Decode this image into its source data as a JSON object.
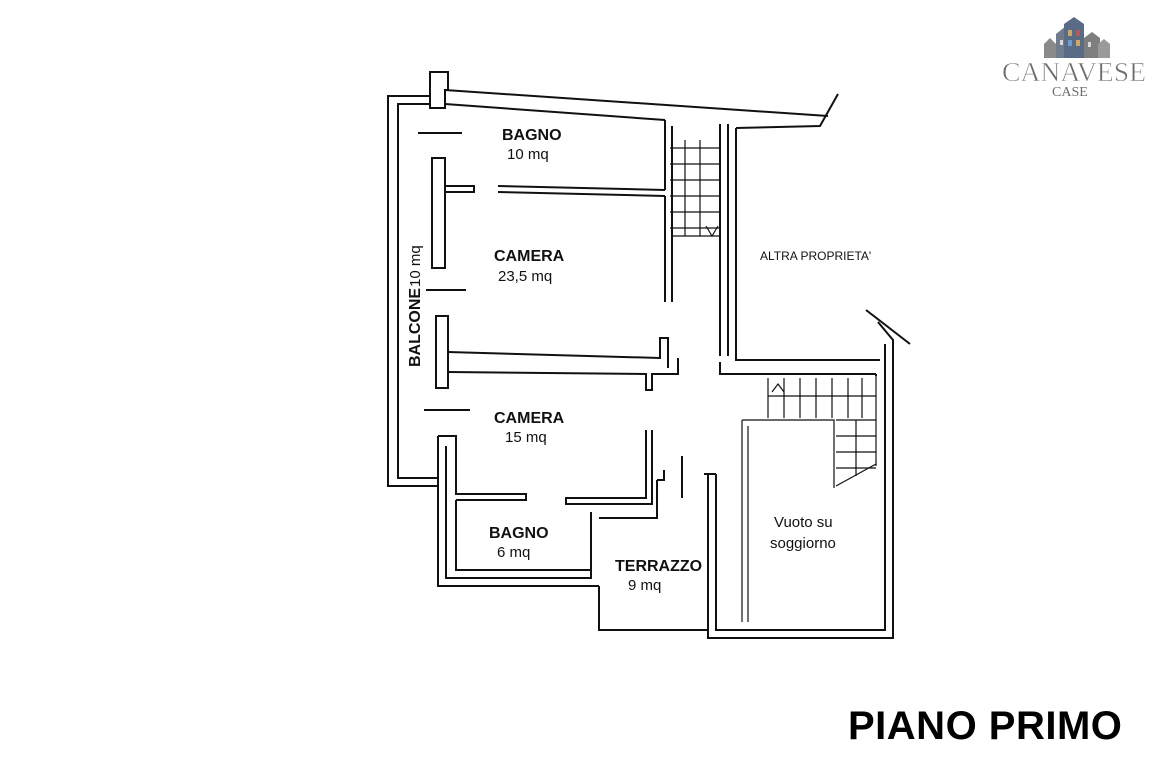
{
  "logo": {
    "brand": "CANAVESE",
    "sub": "CASE"
  },
  "rooms": {
    "bagno_top": {
      "name": "BAGNO",
      "area": "10 mq"
    },
    "camera_1": {
      "name": "CAMERA",
      "area": "23,5 mq"
    },
    "balcone": {
      "name": "BALCONE",
      "area": "10 mq"
    },
    "camera_2": {
      "name": "CAMERA",
      "area": "15 mq"
    },
    "bagno_bottom": {
      "name": "BAGNO",
      "area": "6 mq"
    },
    "terrazzo": {
      "name": "TERRAZZO",
      "area": "9 mq"
    },
    "altra_proprieta": "ALTRA PROPRIETA'",
    "vuoto_line1": "Vuoto su",
    "vuoto_line2": "soggiorno"
  },
  "title": "PIANO PRIMO"
}
